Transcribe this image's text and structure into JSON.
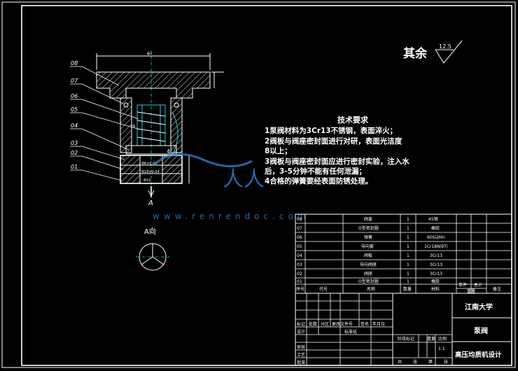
{
  "surface_mark": {
    "label": "其余",
    "value": "12.5"
  },
  "view_label": "A向",
  "section_label": "A",
  "dimension_text": {
    "top": "φ2",
    "side": "26"
  },
  "inner_labels": [
    "4",
    "Φ6×0.04",
    "Φ18×0.04",
    "Φ12"
  ],
  "callouts": [
    "08",
    "07",
    "06",
    "05",
    "04",
    "03",
    "02",
    "01"
  ],
  "tech_requirements": {
    "title": "技术要求",
    "lines": [
      "1泵阀材料为3Cr13不锈钢，表面淬火；",
      "2阀板与阀座密封面进行对研，表面光洁度",
      "8以上；",
      "3阀板与阀座密封面应进行密封实验，注入水",
      "后，3-5分钟不能有任何泄漏；",
      "4合格的弹簧要经表面防锈处理。"
    ]
  },
  "watermark": {
    "logo": "人人",
    "url": "www.renrendoc.com"
  },
  "bom": {
    "rows": [
      {
        "no": "08",
        "name": "阀盖",
        "qty": "1",
        "material": "45钢"
      },
      {
        "no": "07",
        "name": "O型密封圈",
        "qty": "1",
        "material": "橡胶"
      },
      {
        "no": "06",
        "name": "弹簧",
        "qty": "1",
        "material": "60Si2Mn"
      },
      {
        "no": "05",
        "name": "导向套",
        "qty": "1",
        "material": "1Cr18Ni9Ti"
      },
      {
        "no": "04",
        "name": "阀板",
        "qty": "1",
        "material": "3Cr13"
      },
      {
        "no": "03",
        "name": "导向阀座",
        "qty": "1",
        "material": "3Cr13"
      },
      {
        "no": "02",
        "name": "阀座",
        "qty": "1",
        "material": "3Cr13"
      },
      {
        "no": "01",
        "name": "O型密封圈",
        "qty": "1",
        "material": "橡胶"
      }
    ],
    "header": {
      "no": "序号",
      "code": "代号",
      "name": "名称",
      "qty": "数量",
      "material": "材料",
      "unit_weight": "单件",
      "total_weight": "总计",
      "note": "备注",
      "weight": "重量"
    }
  },
  "title_block": {
    "company": "江南大学",
    "drawing_name": "泵阀",
    "project": "高压均质机设计",
    "rev_headers": [
      "标记",
      "处数",
      "分区",
      "更改文件号",
      "签名",
      "年月日"
    ],
    "roles": [
      "设计",
      "审核",
      "工艺",
      "批准"
    ],
    "std": "标准化",
    "stage": "阶段标记",
    "weight": "重量",
    "scale": "比例",
    "scale_value": "1:1",
    "sheets": [
      "共",
      "张",
      "第",
      "张"
    ]
  }
}
